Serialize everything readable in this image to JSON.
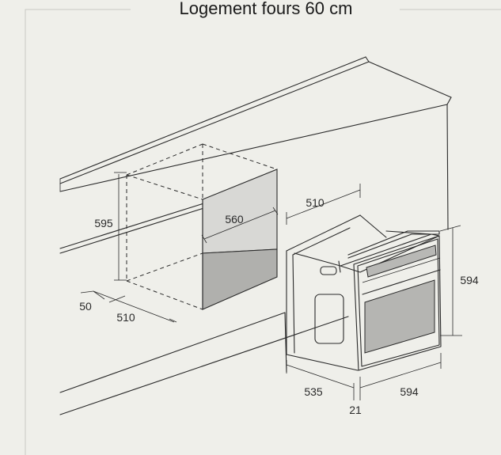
{
  "title": "Logement fours 60 cm",
  "dimensions": {
    "niche_height": "595",
    "niche_width": "560",
    "niche_depth": "510",
    "back_gap": "50",
    "oven_top_depth": "510",
    "oven_height": "594",
    "oven_depth": "535",
    "oven_front_thickness": "21",
    "oven_width": "594"
  },
  "colors": {
    "background": "#efefea",
    "line": "#2a2a2a",
    "frame": "#c9c9c4",
    "panel_light": "#d8d8d5",
    "panel_dark": "#b0b0ad"
  }
}
